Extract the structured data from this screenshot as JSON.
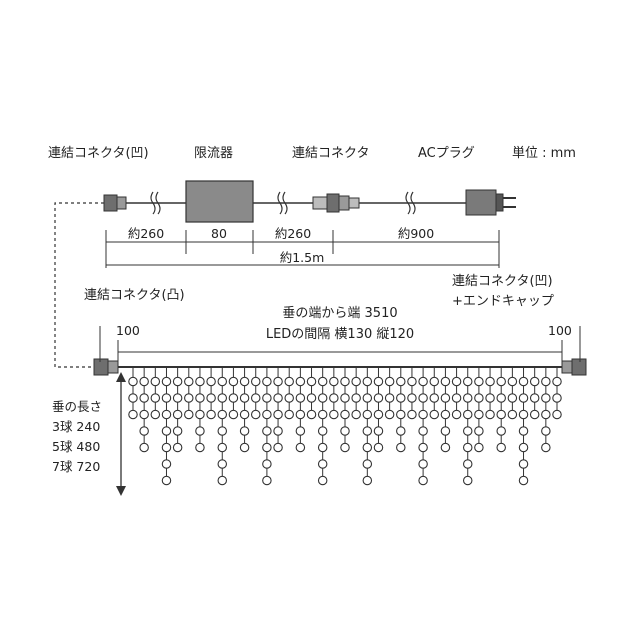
{
  "unit_label": "単位 : mm",
  "top": {
    "connector_female": "連結コネクタ(凹)",
    "limiter": "限流器",
    "connector": "連結コネクタ",
    "ac_plug": "ACプラグ",
    "dims": [
      "約260",
      "80",
      "約260",
      "約900"
    ],
    "total": "約1.5m"
  },
  "bottom": {
    "connector_male": "連結コネクタ(凸)",
    "connector_female_cap_line1": "連結コネクタ(凹)",
    "connector_female_cap_line2": "+エンドキャップ",
    "span_line1": "垂の端から端 3510",
    "span_line2": "LEDの間隔 横130 縦120",
    "left_margin": "100",
    "right_margin": "100",
    "drop_title": "垂の長さ",
    "drop_3": "3球 240",
    "drop_5": "5球 480",
    "drop_7": "7球 720"
  },
  "drop_pattern": [
    3,
    5,
    3,
    7,
    5,
    3,
    5,
    3,
    7,
    3,
    5,
    3,
    7,
    5,
    3,
    5,
    3,
    7,
    3,
    5,
    3,
    7,
    5,
    3,
    5,
    3,
    7,
    3,
    5,
    3,
    7,
    5,
    3,
    5,
    3,
    7,
    3,
    5,
    3
  ],
  "colors": {
    "wire": "#333333",
    "limiter": "#8a8a8a",
    "connector": "#6e6e6e",
    "bulb": "#ffffff"
  }
}
